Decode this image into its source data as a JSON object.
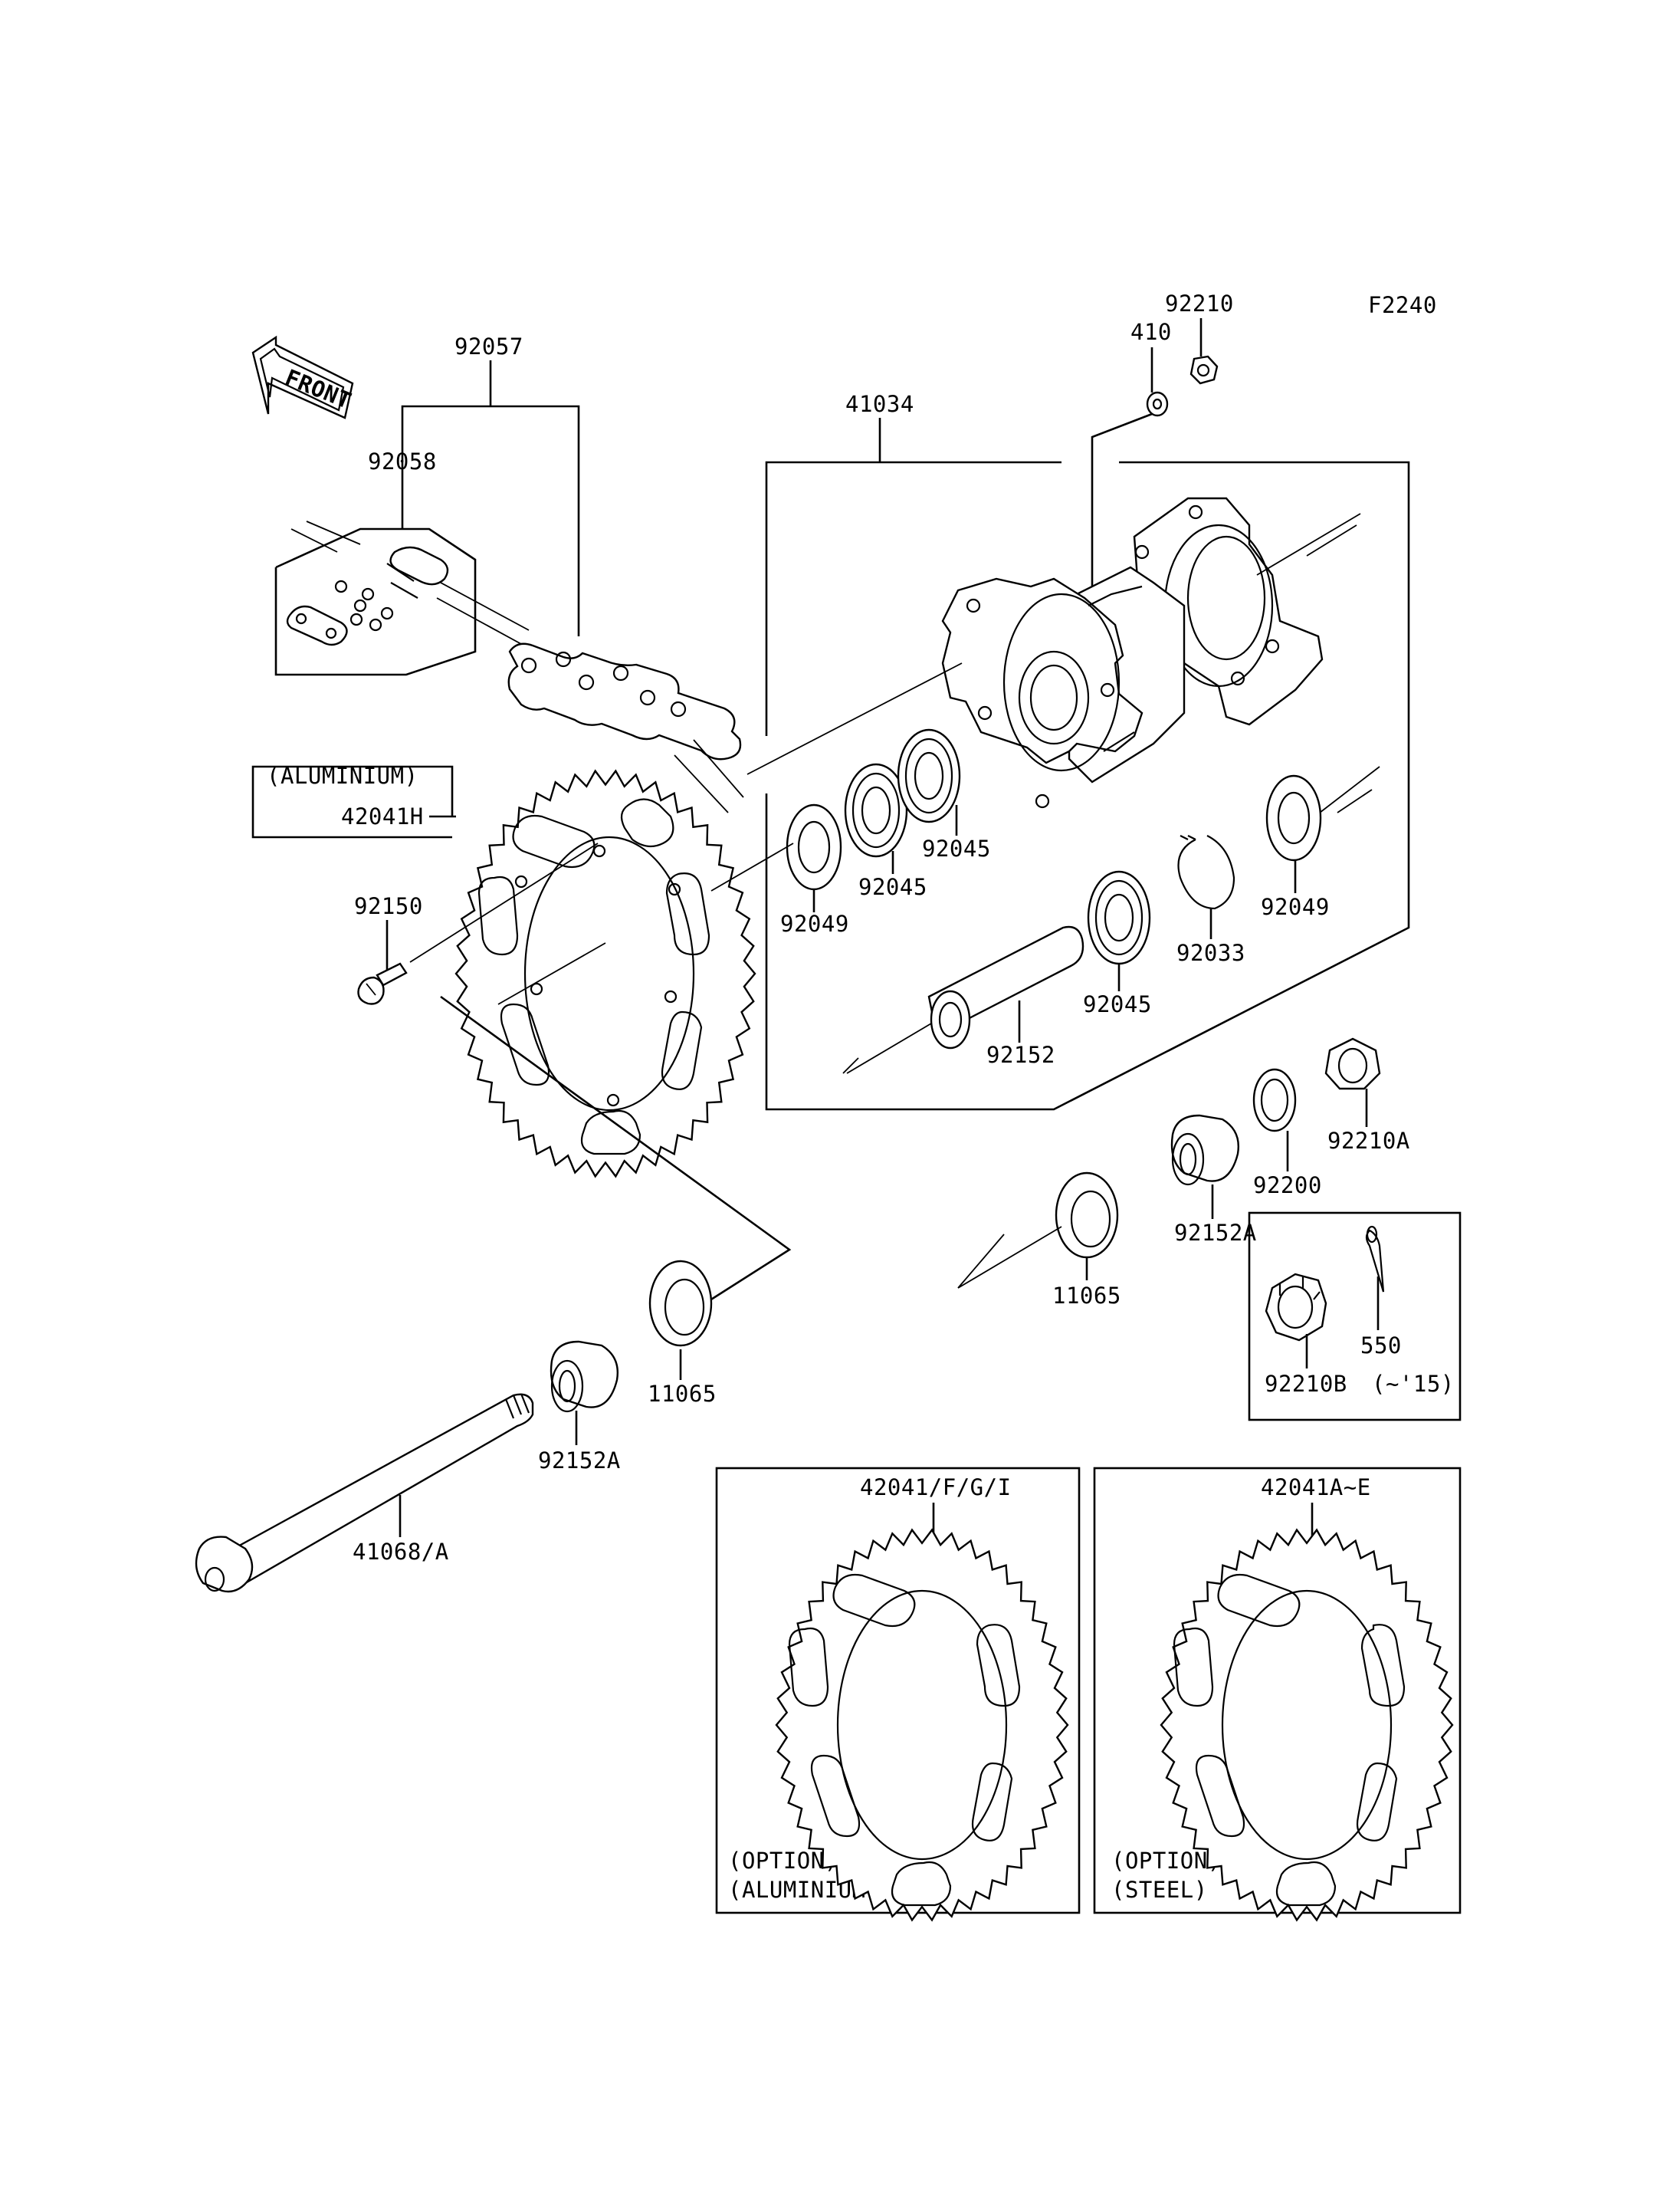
{
  "figure_code": "F2240",
  "front_arrow": {
    "text": "FRONT"
  },
  "labels": {
    "p92057": "92057",
    "p92058": "92058",
    "p41034": "41034",
    "p410": "410",
    "p92210": "92210",
    "p42041H": "42041H",
    "aluminium_note": "(ALUMINIUM)",
    "p92150": "92150",
    "p92049_left": "92049",
    "p92045_a": "92045",
    "p92045_b": "92045",
    "p92045_c": "92045",
    "p92049_right": "92049",
    "p92033": "92033",
    "p92152": "92152",
    "p92210A": "92210A",
    "p92200": "92200",
    "p92152A_right": "92152A",
    "p11065_right": "11065",
    "p11065_left": "11065",
    "p92152A_left": "92152A",
    "p41068": "41068/A",
    "p92210B": "92210B",
    "p550": "550",
    "year_note": "(~'15)"
  },
  "option_boxes": [
    {
      "part": "42041/F/G/I",
      "line1": "(OPTION)",
      "line2": "(ALUMINIUM)"
    },
    {
      "part": "42041A~E",
      "line1": "(OPTION)",
      "line2": "(STEEL)"
    }
  ]
}
